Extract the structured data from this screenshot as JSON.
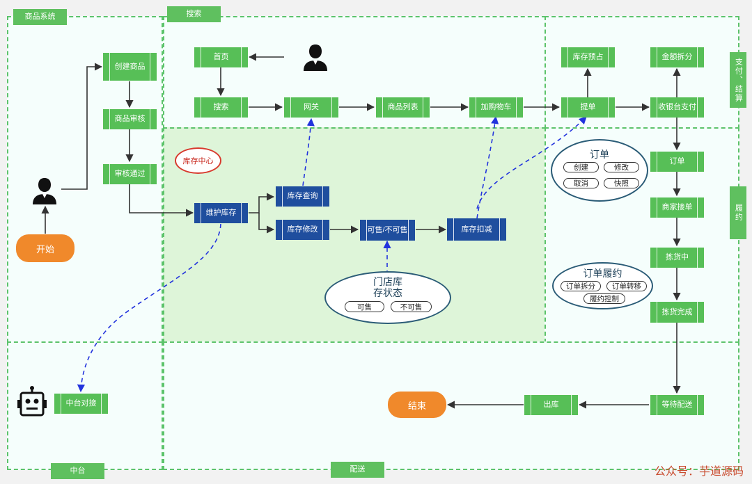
{
  "zones": {
    "product_system": "商品系统",
    "search": "搜索",
    "payment_settlement": "支付、结算",
    "fulfillment": "履约",
    "middle_platform": "中台",
    "delivery": "配送"
  },
  "nodes": {
    "start": "开始",
    "create_product": "创建商品",
    "product_review": "商品审核",
    "review_passed": "审核通过",
    "home": "首页",
    "search": "搜索",
    "gateway": "网关",
    "product_list": "商品列表",
    "add_cart": "加购物车",
    "submit_order": "提单",
    "stock_reserve": "库存预占",
    "amount_split": "金额拆分",
    "checkout_pay": "收银台支付",
    "inventory_center": "库存中心",
    "maintain_stock": "维护库存",
    "stock_query": "库存查询",
    "stock_modify": "库存修改",
    "sellable": "可售/不可售",
    "stock_deduct": "库存扣减",
    "order": "订单",
    "merchant_accept": "商家接单",
    "picking": "拣货中",
    "picking_done": "拣货完成",
    "wait_delivery": "等待配送",
    "outbound": "出库",
    "end": "结束",
    "middle_docking": "中台对接"
  },
  "groups": {
    "order": {
      "title": "订单",
      "items": [
        "创建",
        "修改",
        "取消",
        "快照"
      ]
    },
    "store_stock_status": {
      "title": "门店库存状态",
      "items": [
        "可售",
        "不可售"
      ]
    },
    "order_fulfillment": {
      "title": "订单履约",
      "items": [
        "订单拆分",
        "订单转移",
        "履约控制"
      ]
    }
  },
  "icons": [
    "user-icon",
    "user-icon",
    "robot-icon"
  ],
  "colors": {
    "flow_node": "#57bf57",
    "inventory_node": "#1f4e9e",
    "terminal": "#f0892b",
    "zone_border": "#5cc36b",
    "inventory_zone": "#def5d9",
    "dashed_link": "#2233dd"
  },
  "watermark": "公众号：芋道源码"
}
